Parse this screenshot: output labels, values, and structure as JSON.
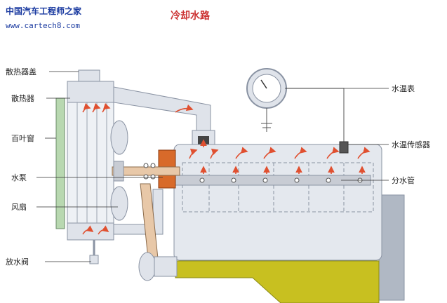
{
  "watermark": {
    "brand": "中国汽车工程师之家",
    "url": "www.cartech8.com"
  },
  "title": "冷却水路",
  "labels": {
    "radiator_cap": "散热器盖",
    "radiator": "散热器",
    "shutter": "百叶窗",
    "water_pump": "水泵",
    "fan": "风扇",
    "drain_valve": "放水阀",
    "temp_gauge": "水温表",
    "temp_sensor": "水温传感器",
    "distribution_pipe": "分水管"
  },
  "colors": {
    "title": "#cc3333",
    "watermark": "#1a3aa0",
    "metal": "#dfe3ea",
    "metal_stroke": "#8a93a3",
    "flow_arrow": "#e05030",
    "oil_pan": "#c8c020",
    "shutter": "#b8d8b0",
    "pump_impeller": "#d86a2a"
  }
}
